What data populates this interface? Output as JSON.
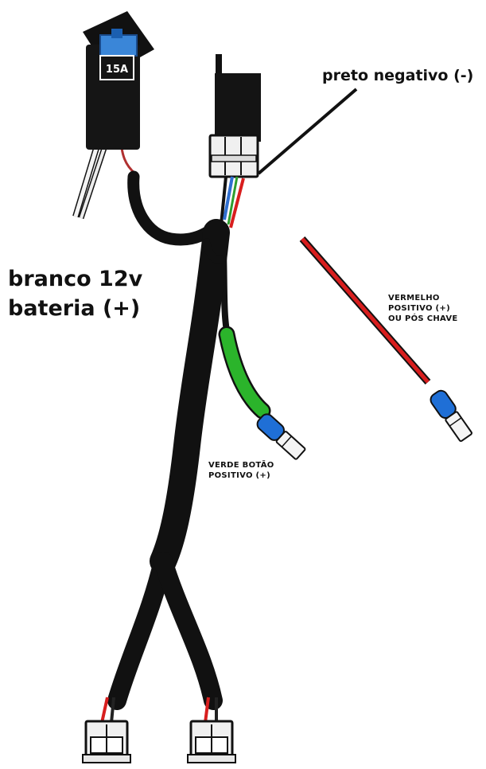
{
  "labels": {
    "preto": "preto negativo (-)",
    "branco": "branco 12v\nbateria (+)",
    "vermelho": "VERMELHO\nPOSITIVO (+)\nOU PÓS CHAVE",
    "verde": "VERDE BOTÃO\nPOSITIVO (+)"
  },
  "fuse_rating": "15A",
  "colors": {
    "harness": "#111111",
    "red_wire": "#d81e1e",
    "green_wire": "#2e9e2e",
    "blue_wire": "#2f6fd0",
    "terminal_blue": "#1f6fd6",
    "terminal_green": "#2bb42b",
    "connector": "#f2f2f2",
    "fuse_cap": "#3a86d8"
  }
}
